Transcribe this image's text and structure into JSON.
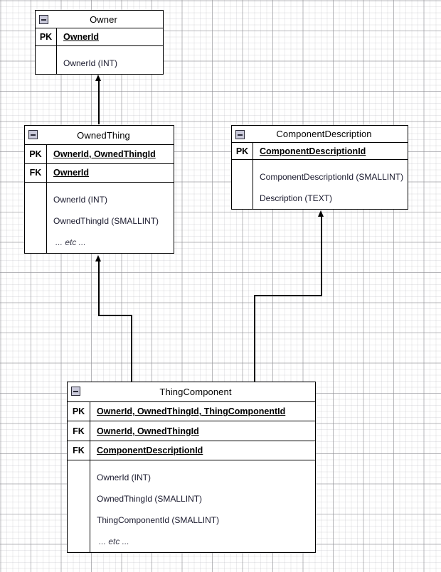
{
  "diagram": {
    "type": "entity-relationship-diagram",
    "background": "#ffffff",
    "grid_color": "#8c8c91",
    "line_color": "#000000"
  },
  "entities": [
    {
      "id": "owner",
      "title": "Owner",
      "collapse_icon": "minus-box-icon",
      "keys": [
        {
          "tag": "PK",
          "name": "OwnerId"
        }
      ],
      "attributes": [
        "OwnerId (INT)"
      ]
    },
    {
      "id": "owned-thing",
      "title": "OwnedThing",
      "collapse_icon": "minus-box-icon",
      "keys": [
        {
          "tag": "PK",
          "name": "OwnerId, OwnedThingId"
        },
        {
          "tag": "FK",
          "name": "OwnerId"
        }
      ],
      "attributes": [
        "OwnerId (INT)",
        "OwnedThingId (SMALLINT)",
        "... etc ..."
      ]
    },
    {
      "id": "component-description",
      "title": "ComponentDescription",
      "collapse_icon": "minus-box-icon",
      "keys": [
        {
          "tag": "PK",
          "name": "ComponentDescriptionId"
        }
      ],
      "attributes": [
        "ComponentDescriptionId (SMALLINT)",
        "Description (TEXT)"
      ]
    },
    {
      "id": "thing-component",
      "title": "ThingComponent",
      "collapse_icon": "minus-box-icon",
      "keys": [
        {
          "tag": "PK",
          "name": "OwnerId, OwnedThingId, ThingComponentId"
        },
        {
          "tag": "FK",
          "name": "OwnerId, OwnedThingId"
        },
        {
          "tag": "FK",
          "name": "ComponentDescriptionId"
        }
      ],
      "attributes": [
        "OwnerId (INT)",
        "OwnedThingId (SMALLINT)",
        "ThingComponentId (SMALLINT)",
        "... etc ..."
      ]
    }
  ],
  "relationships": [
    {
      "id": "rel-ownedthing-owner",
      "from": "owned-thing",
      "to": "owner",
      "arrow": "up"
    },
    {
      "id": "rel-thingcomponent-ownedthing",
      "from": "thing-component",
      "to": "owned-thing",
      "arrow": "up"
    },
    {
      "id": "rel-thingcomponent-componentdescription",
      "from": "thing-component",
      "to": "component-description",
      "arrow": "up"
    }
  ]
}
